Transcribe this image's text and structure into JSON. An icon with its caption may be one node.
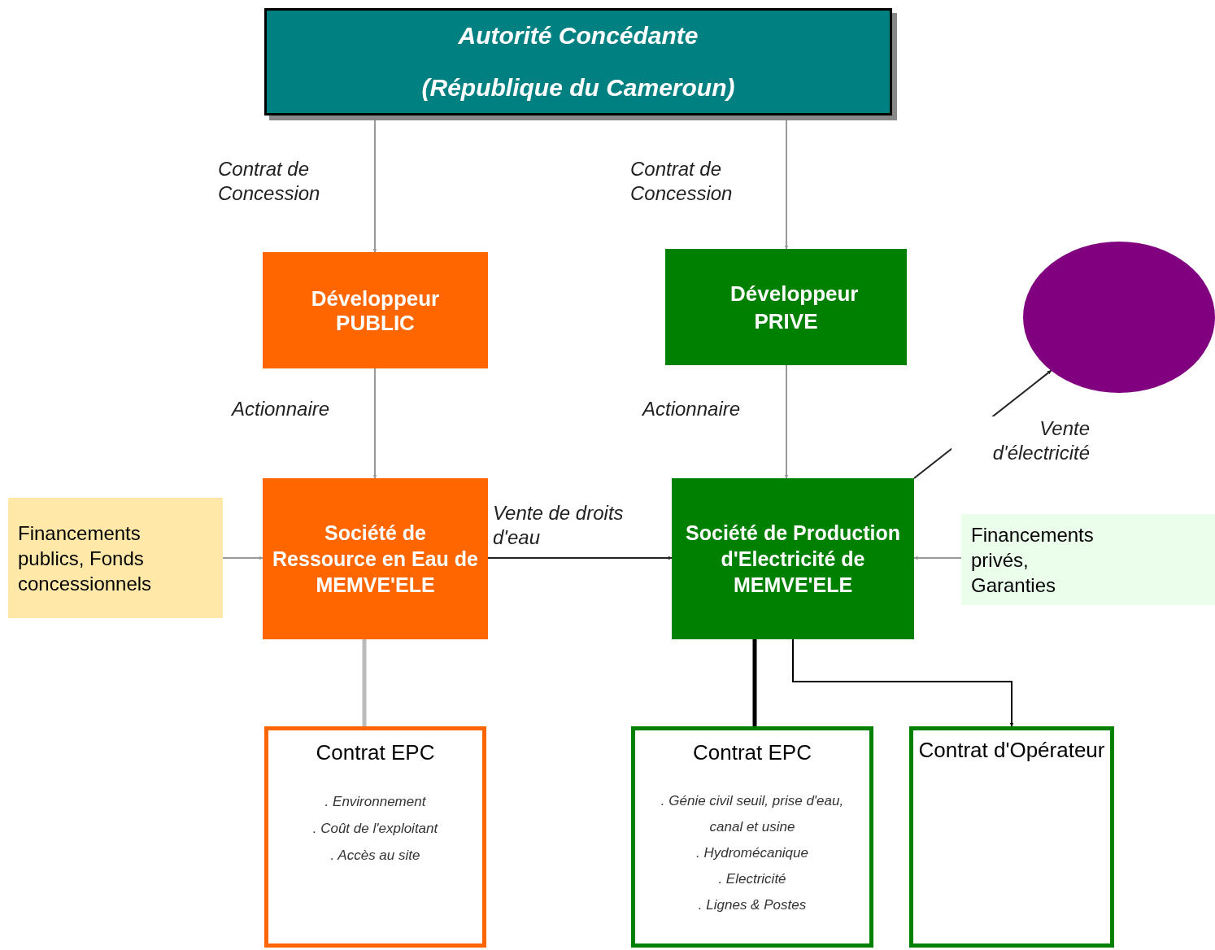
{
  "diagram": {
    "nodes": [
      {
        "text": [
          "Autorité Concédante (République du Cameroun)"
        ]
      },
      {
        "text": [
          "Développeur PUBLIC"
        ]
      },
      {
        "text": [
          "Développeur PRIVE"
        ]
      },
      {
        "text": [],
        "shape": "circle"
      },
      {
        "text": [
          "Financements publics, Fonds concessionnels"
        ]
      },
      {
        "text": [
          "Société de Ressource en Eau de MEMVE'ELE"
        ]
      },
      {
        "text": [
          "Société de Production d'Electricité de MEMVE'ELE"
        ]
      },
      {
        "text": [
          "Financements privés, Garanties"
        ]
      },
      {
        "text": [
          "Contrat EPC",
          ". Environnement",
          ". Coût de l'exploitant",
          ". Accès au site"
        ]
      },
      {
        "text": [
          "Contrat EPC",
          ". Génie civil seuil, prise d'eau, canal et usine",
          ". Hydromécanique",
          ". Electricité",
          ". Lignes & Postes"
        ]
      },
      {
        "text": [
          "Contrat d'Opérateur"
        ]
      }
    ],
    "edges": [
      {
        "from": 0,
        "to": 1,
        "arrow": "both",
        "label": "Contrat de Concession"
      },
      {
        "from": 0,
        "to": 2,
        "arrow": "both",
        "label": "Contrat de Concession"
      },
      {
        "from": 1,
        "to": 5,
        "arrow": "to",
        "label": "Actionnaire"
      },
      {
        "from": 2,
        "to": 6,
        "arrow": "to",
        "label": "Actionnaire"
      },
      {
        "from": 6,
        "to": 3,
        "arrow": "to",
        "label": "Vente d'électricité",
        "color": "#222222"
      },
      {
        "from": 4,
        "to": 5,
        "arrow": "to"
      },
      {
        "from": 5,
        "to": 6,
        "arrow": "to",
        "label": "Vente de droits d'eau",
        "color": "#222222"
      },
      {
        "from": 7,
        "to": 6,
        "arrow": "to"
      },
      {
        "from": 5,
        "to": 8,
        "arrow": "to",
        "style": "thick",
        "color": "#bbbbbb"
      },
      {
        "from": 6,
        "to": 9,
        "arrow": "to",
        "style": "thick",
        "color": "#000000"
      },
      {
        "from": 6,
        "to": 10,
        "arrow": "to",
        "color": "#000000"
      }
    ]
  }
}
